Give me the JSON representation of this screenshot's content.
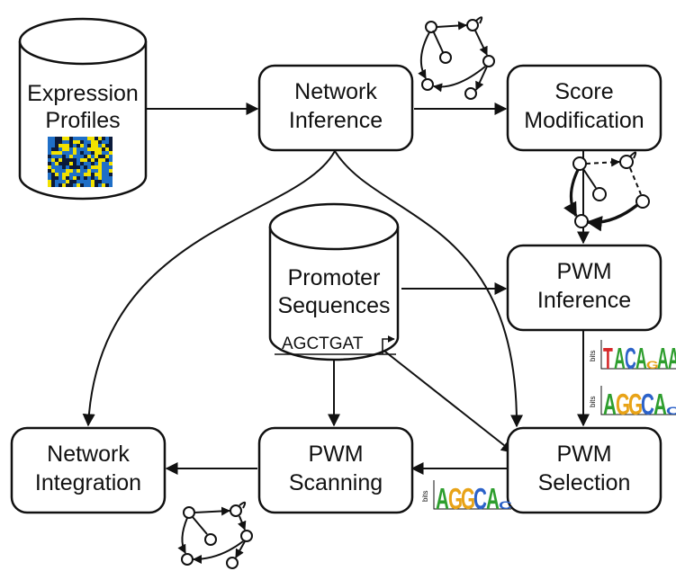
{
  "nodes": {
    "expression_profiles": {
      "line1": "Expression",
      "line2": "Profiles"
    },
    "network_inference": {
      "line1": "Network",
      "line2": "Inference"
    },
    "score_modification": {
      "line1": "Score",
      "line2": "Modification"
    },
    "promoter_sequences": {
      "line1": "Promoter",
      "line2": "Sequences",
      "sequence": "AGCTGAT"
    },
    "pwm_inference": {
      "line1": "PWM",
      "line2": "Inference"
    },
    "pwm_selection": {
      "line1": "PWM",
      "line2": "Selection"
    },
    "pwm_scanning": {
      "line1": "PWM",
      "line2": "Scanning"
    },
    "network_integration": {
      "line1": "Network",
      "line2": "Integration"
    }
  },
  "motif_logos": {
    "axis_label": "bits",
    "logo_a": "TACAGAA",
    "logo_b": "AGGCAC",
    "logo_c": "AGGCAC"
  },
  "colors": {
    "stroke": "#111111",
    "heatmap_blue": "#1f6fc7",
    "heatmap_yellow": "#f2e200",
    "heatmap_dark": "#0b1a3a",
    "base_A": "#2e9e2e",
    "base_C": "#2c62c9",
    "base_G": "#e8a317",
    "base_T": "#d62728"
  }
}
